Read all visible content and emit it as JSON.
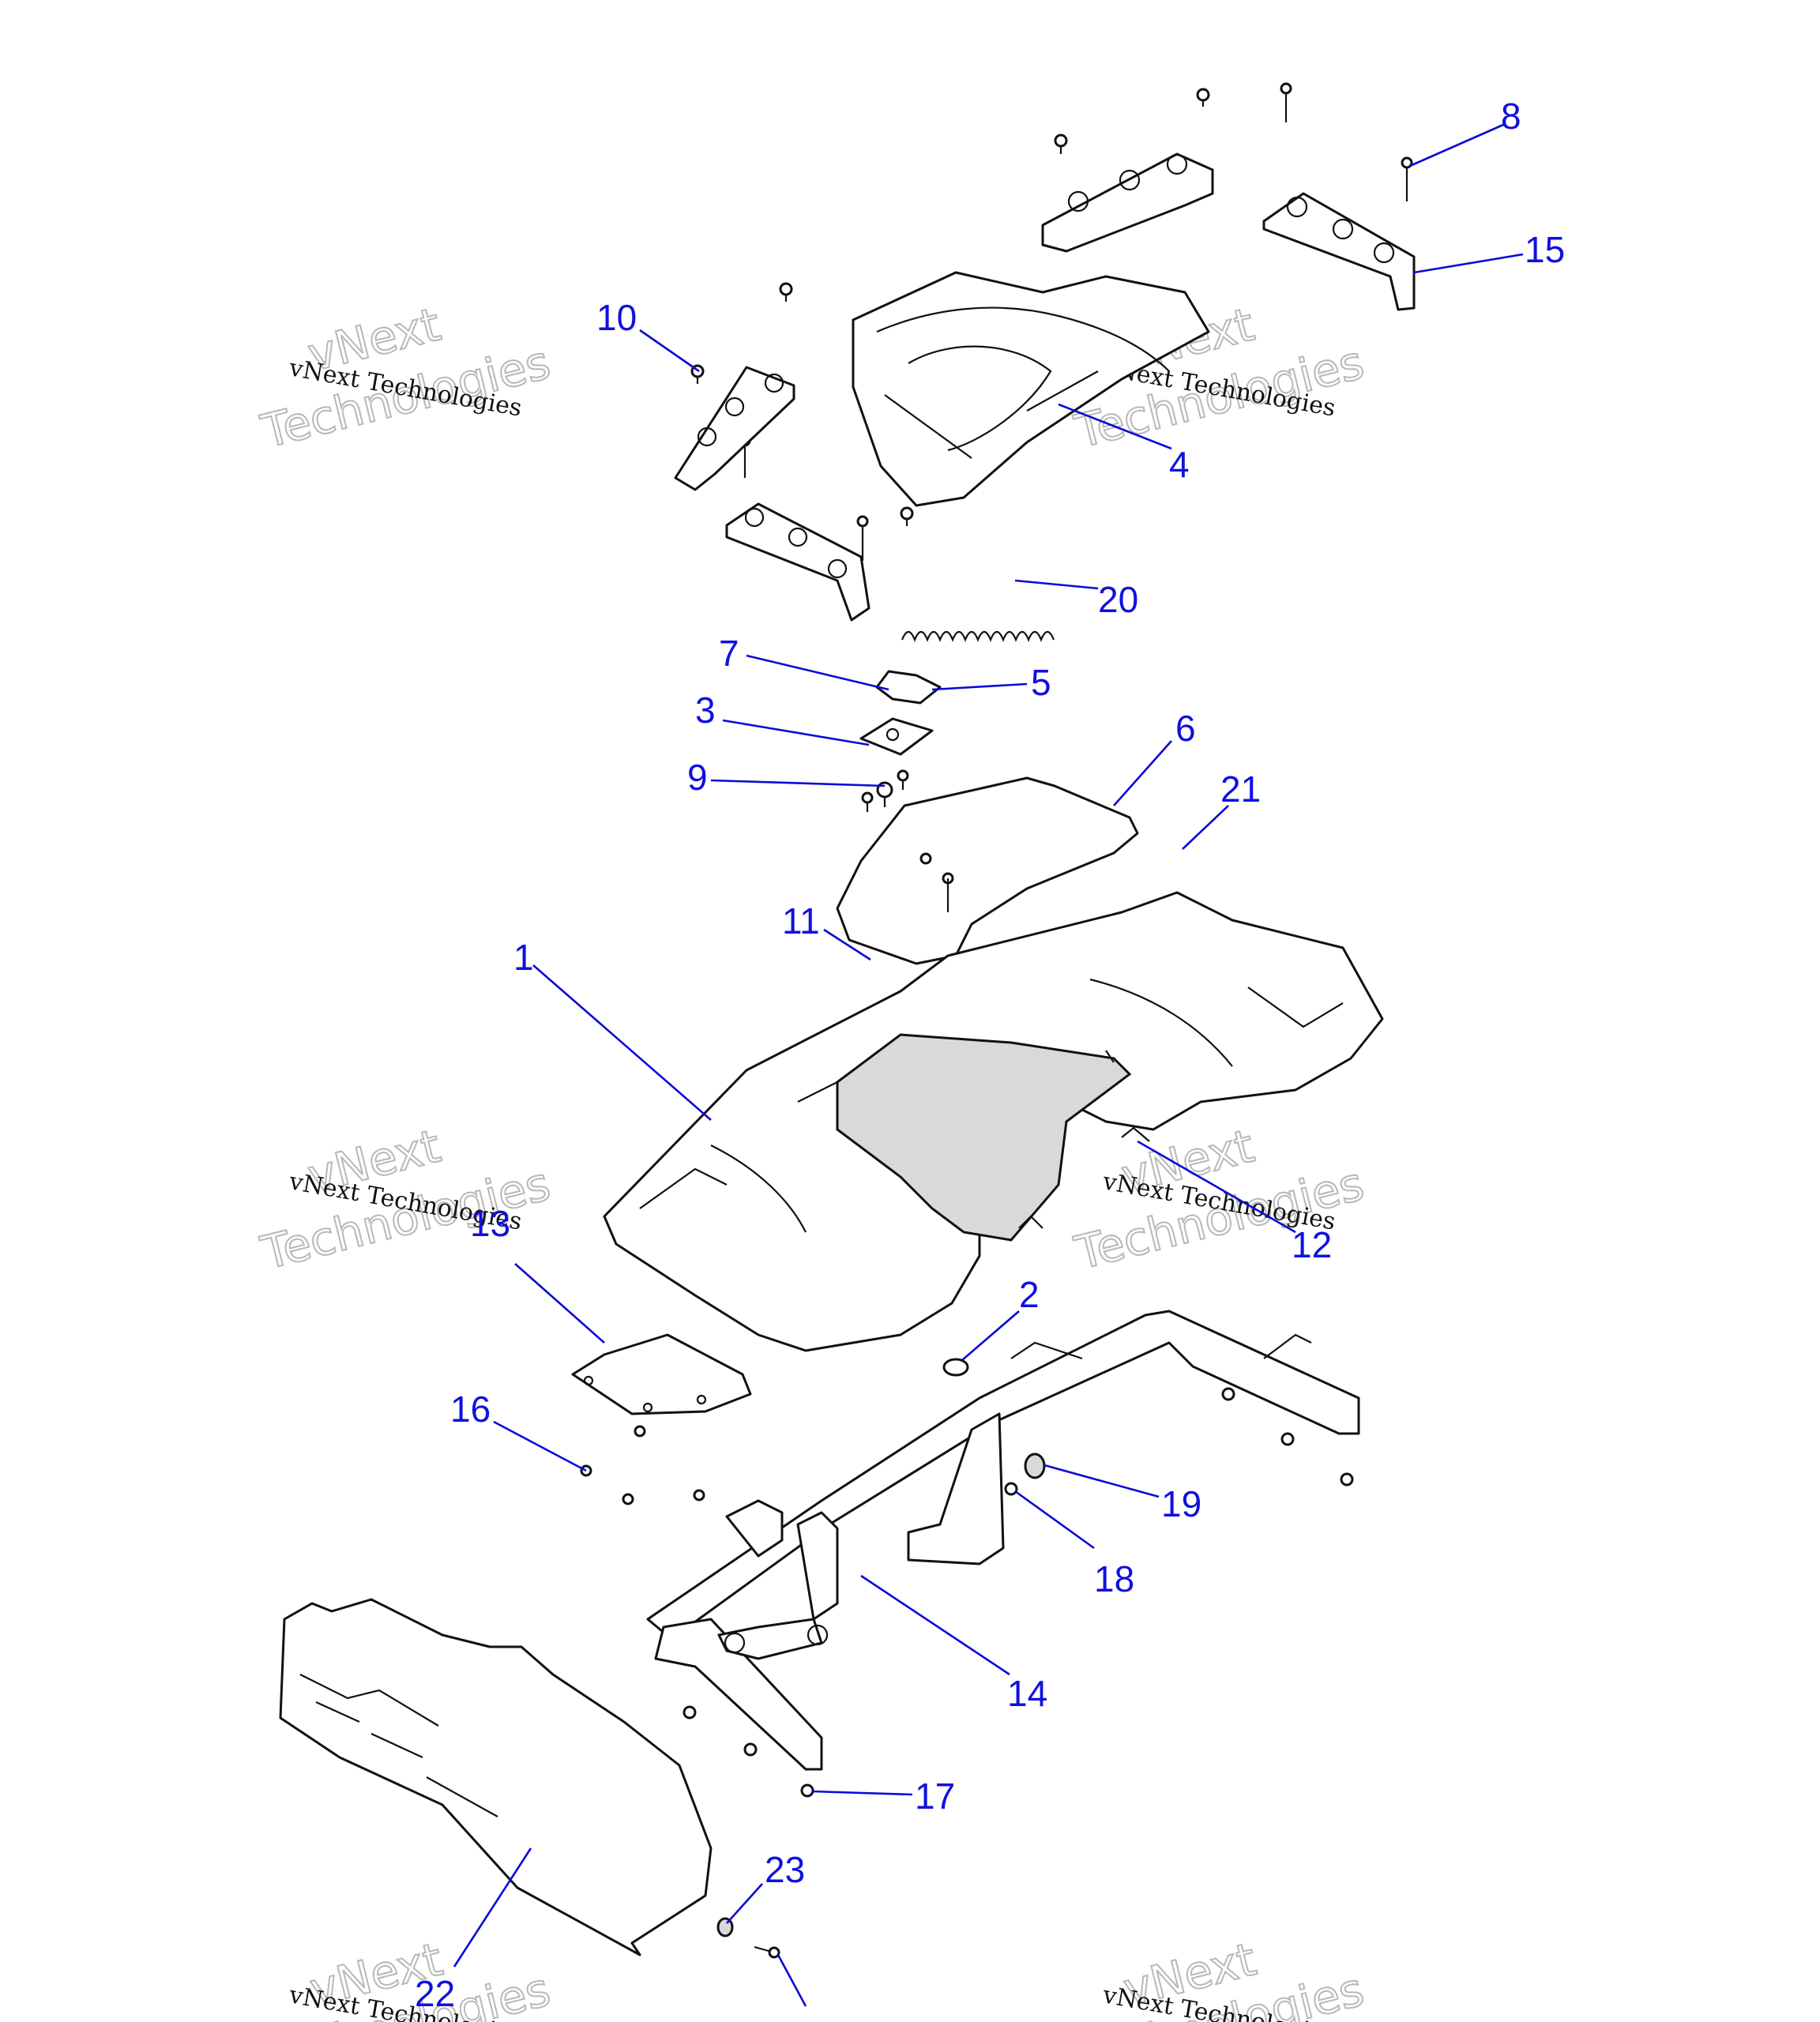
{
  "callouts": [
    {
      "label": "1"
    },
    {
      "label": "2"
    },
    {
      "label": "3"
    },
    {
      "label": "4"
    },
    {
      "label": "5"
    },
    {
      "label": "6"
    },
    {
      "label": "7"
    },
    {
      "label": "8"
    },
    {
      "label": "9"
    },
    {
      "label": "10"
    },
    {
      "label": "11"
    },
    {
      "label": "12"
    },
    {
      "label": "13"
    },
    {
      "label": "14"
    },
    {
      "label": "15"
    },
    {
      "label": "16"
    },
    {
      "label": "17"
    },
    {
      "label": "18"
    },
    {
      "label": "19"
    },
    {
      "label": "20"
    },
    {
      "label": "21"
    },
    {
      "label": "22"
    },
    {
      "label": "23"
    },
    {
      "label": "16"
    }
  ],
  "watermark": {
    "brand": "vNext",
    "word": "Technologies",
    "line": "vNext Technologies"
  },
  "colors": {
    "callout": "#1010e0",
    "line_art": "#111111",
    "watermark": "#b8b8b8"
  }
}
